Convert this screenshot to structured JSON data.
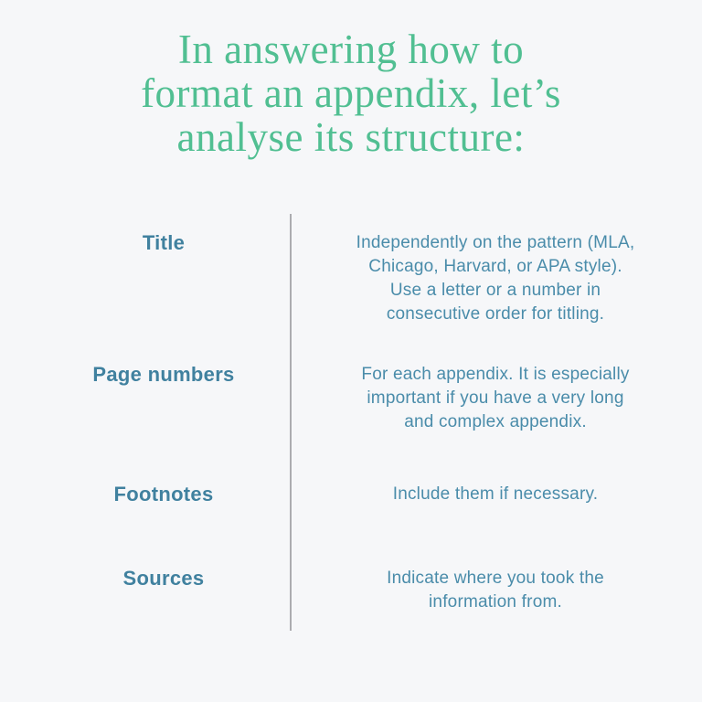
{
  "page": {
    "title": "In answering how to\nformat an appendix, let’s\nanalyse its structure:"
  },
  "colors": {
    "background": "#f6f7f9",
    "title_green": "#51bf92",
    "label_blue": "#40819f",
    "body_blue": "#4a8caa",
    "divider_gray": "#acacb0"
  },
  "structure_table": {
    "rows": [
      {
        "label": "Title",
        "desc": "Independently on the pattern (MLA,\nChicago, Harvard, or APA style).\nUse a letter or a number in\nconsecutive order for titling."
      },
      {
        "label": "Page numbers",
        "desc": "For each appendix. It is especially\nimportant if you have a very long\nand complex appendix."
      },
      {
        "label": "Footnotes",
        "desc": "Include them if necessary."
      },
      {
        "label": "Sources",
        "desc": "Indicate where you took the\ninformation from."
      }
    ]
  }
}
